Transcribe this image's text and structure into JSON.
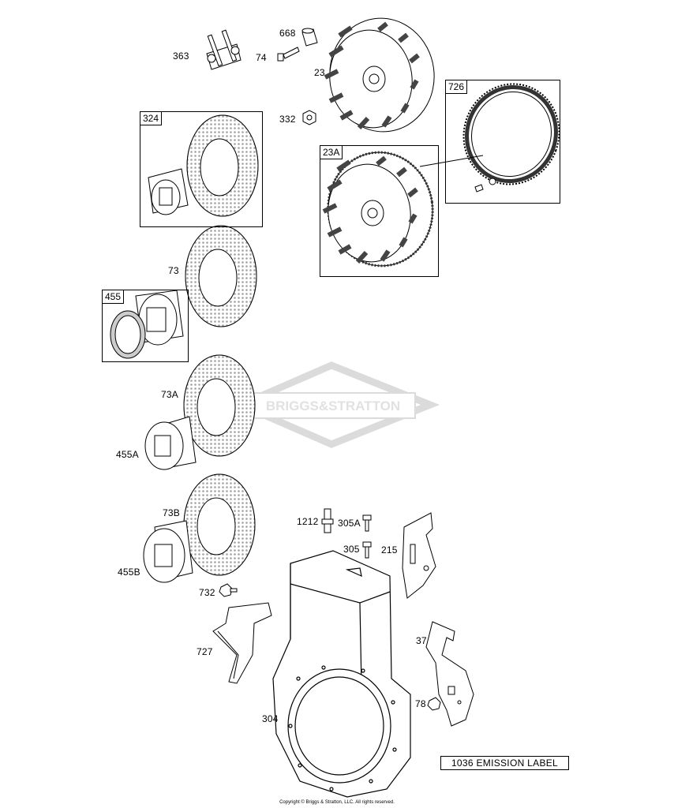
{
  "labels": {
    "p363": "363",
    "p668": "668",
    "p74": "74",
    "p23": "23",
    "p726": "726",
    "p324": "324",
    "p332": "332",
    "p23a": "23A",
    "p73": "73",
    "p455": "455",
    "p73a": "73A",
    "p455a": "455A",
    "p73b": "73B",
    "p1212": "1212",
    "p305a": "305A",
    "p305": "305",
    "p215": "215",
    "p455b": "455B",
    "p732": "732",
    "p727": "727",
    "p37": "37",
    "p78": "78",
    "p304": "304"
  },
  "emission_label": "1036 EMISSION LABEL",
  "watermark": "BRIGGS & STRATTON",
  "copyright": "Copyright © Briggs & Stratton, LLC. All rights reserved."
}
